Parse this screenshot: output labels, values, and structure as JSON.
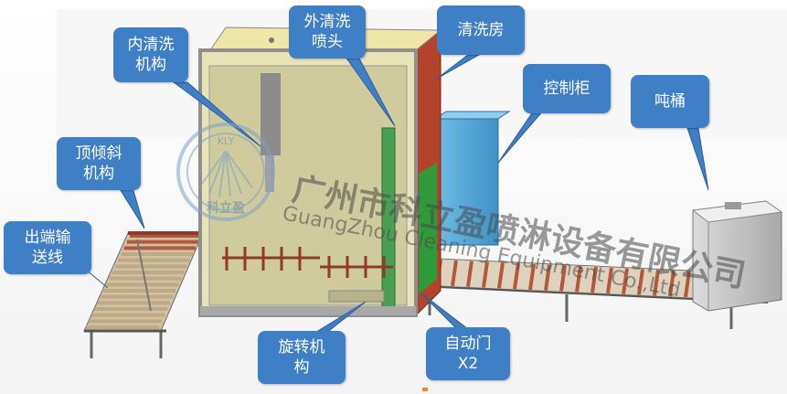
{
  "labels": {
    "inner_spray": "内清洗\n机构",
    "outer_nozzle": "外清洗\n喷头",
    "wash_room": "清洗房",
    "control_cabinet": "控制柜",
    "barrel": "吨桶",
    "top_tilt": "顶倾斜\n机构",
    "outfeed_line": "出端输\n送线",
    "rotating_mech": "旋转机\n构",
    "auto_door": "自动门\nX2"
  },
  "watermark": {
    "company_cn": "广州市科立盈喷淋设备有限公司",
    "company_en": "GuangZhou Cleaning Equipment Co.,Ltd",
    "logo_text": "科立盈",
    "logo_ring": "KLY"
  },
  "colors": {
    "callout_fill": "#3f7fc6",
    "callout_text": "#ffffff",
    "room_panel": "#f2ecb6",
    "room_frame": "#9b9b9b",
    "cabinet": "#5aaedb",
    "door_red": "#b4432c",
    "door_green": "#2f9a3a",
    "roller": "#d9c8a8",
    "roller_red": "#b5573b"
  }
}
